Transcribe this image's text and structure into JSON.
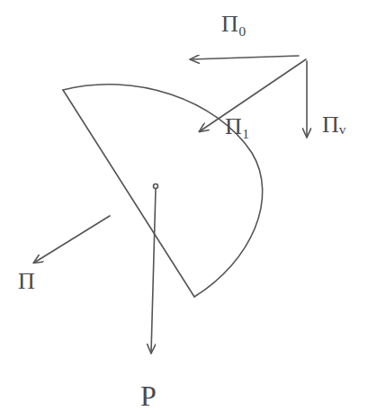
{
  "diagram": {
    "labels": [
      "Π₀",
      "Π₁",
      "Πᵥ",
      "Π",
      "P"
    ]
  }
}
